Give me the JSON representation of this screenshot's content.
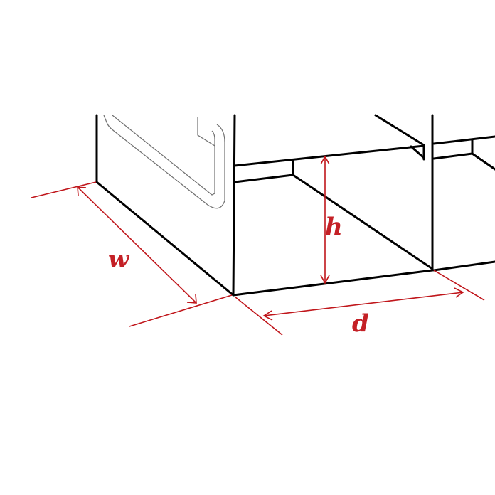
{
  "diagram": {
    "description": "Isometric line drawing of a cabinet / appliance base with dimension callouts for width, depth and height of a recess",
    "colors": {
      "outline": "#000000",
      "handle": "#707070",
      "dimension": "#c0161b",
      "label": "#c42026",
      "background": "#ffffff"
    },
    "labels": {
      "width": "w",
      "depth": "d",
      "height": "h"
    }
  }
}
